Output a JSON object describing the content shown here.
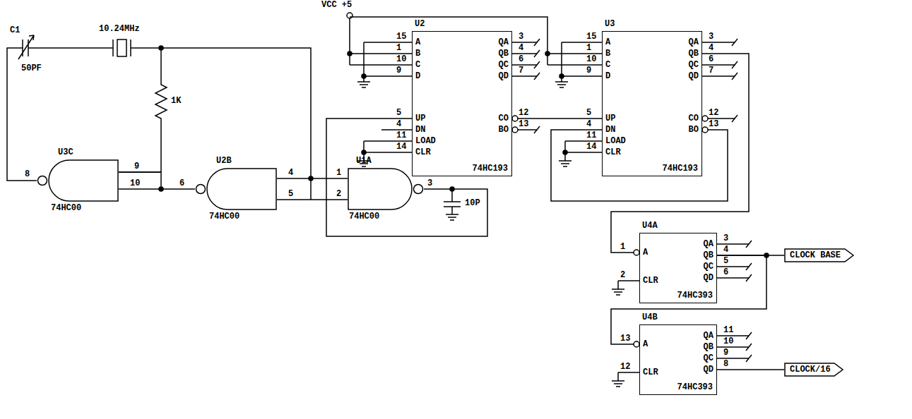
{
  "diagram": {
    "nodes": [
      {
        "text": [
          "U2",
          "74HC193"
        ]
      },
      {
        "text": [
          "U3",
          "74HC193"
        ]
      },
      {
        "text": [
          "U3C",
          "74HC00"
        ]
      },
      {
        "text": [
          "U2B",
          "74HC00"
        ]
      },
      {
        "text": [
          "U1A",
          "74HC00"
        ]
      },
      {
        "text": [
          "U4A",
          "74HC393"
        ]
      },
      {
        "text": [
          "U4B",
          "74HC393"
        ]
      },
      {
        "text": [
          "CLOCK BASE"
        ]
      },
      {
        "text": [
          "CLOCK/16"
        ]
      }
    ],
    "edges": [
      {
        "from": 2,
        "to": 3,
        "arrow": "none"
      },
      {
        "from": 3,
        "to": 4,
        "arrow": "none"
      },
      {
        "from": 4,
        "to": 0,
        "arrow": "none"
      },
      {
        "from": 0,
        "to": 1,
        "arrow": "none"
      },
      {
        "from": 1,
        "to": 5,
        "arrow": "none"
      },
      {
        "from": 5,
        "to": 7,
        "arrow": "none"
      },
      {
        "from": 5,
        "to": 6,
        "arrow": "none"
      },
      {
        "from": 6,
        "to": 8,
        "arrow": "none"
      }
    ],
    "labels": [
      "VCC +5",
      "15",
      "A",
      "1",
      "B",
      "10",
      "C",
      "9",
      "D",
      "5",
      "UP",
      "4",
      "DN",
      "11",
      "LOAD",
      "14",
      "CLR",
      "QA",
      "3",
      "QB",
      "4",
      "QC",
      "6",
      "QD",
      "7",
      "CO",
      "12",
      "BO",
      "13",
      "15",
      "A",
      "1",
      "B",
      "10",
      "C",
      "9",
      "D",
      "5",
      "UP",
      "4",
      "DN",
      "11",
      "LOAD",
      "14",
      "CLR",
      "QA",
      "3",
      "QB",
      "4",
      "QC",
      "6",
      "QD",
      "7",
      "CO",
      "12",
      "BO",
      "13",
      "1",
      "A",
      "2",
      "CLR",
      "QA",
      "3",
      "QB",
      "4",
      "QC",
      "5",
      "QD",
      "6",
      "13",
      "A",
      "12",
      "CLR",
      "QA",
      "11",
      "QB",
      "10",
      "QC",
      "9",
      "QD",
      "8",
      "8",
      "9",
      "10",
      "6",
      "4",
      "5",
      "1",
      "2",
      "3",
      "C1",
      "50PF",
      "10.24MHz",
      "1K",
      "10P"
    ]
  }
}
